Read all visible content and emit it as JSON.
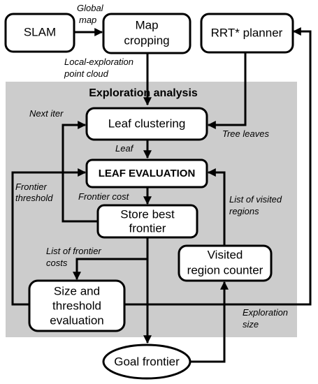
{
  "diagram": {
    "group_title": "Exploration analysis",
    "nodes": {
      "slam": "SLAM",
      "map_cropping": [
        "Map",
        "cropping"
      ],
      "rrt_planner": "RRT* planner",
      "leaf_clustering": "Leaf clustering",
      "leaf_evaluation": "LEAF EVALUATION",
      "store_best_frontier": [
        "Store best",
        "frontier"
      ],
      "visited_region_counter": [
        "Visited",
        "region counter"
      ],
      "size_threshold_evaluation": [
        "Size and",
        "threshold",
        "evaluation"
      ],
      "goal_frontier": "Goal frontier"
    },
    "edge_labels": {
      "global_map": [
        "Global",
        "map"
      ],
      "local_exploration_point_cloud": [
        "Local-exploration",
        "point cloud"
      ],
      "next_iter": "Next iter",
      "tree_leaves": "Tree leaves",
      "leaf": "Leaf",
      "frontier_threshold": [
        "Frontier",
        "threshold"
      ],
      "frontier_cost": "Frontier cost",
      "list_of_visited_regions": [
        "List of visited",
        "regions"
      ],
      "list_of_frontier_costs": [
        "List of frontier",
        "costs"
      ],
      "exploration_size": [
        "Exploration",
        "size"
      ]
    },
    "colors": {
      "group_background": "#cccccc",
      "node_fill": "#ffffff",
      "stroke": "#000000"
    }
  }
}
